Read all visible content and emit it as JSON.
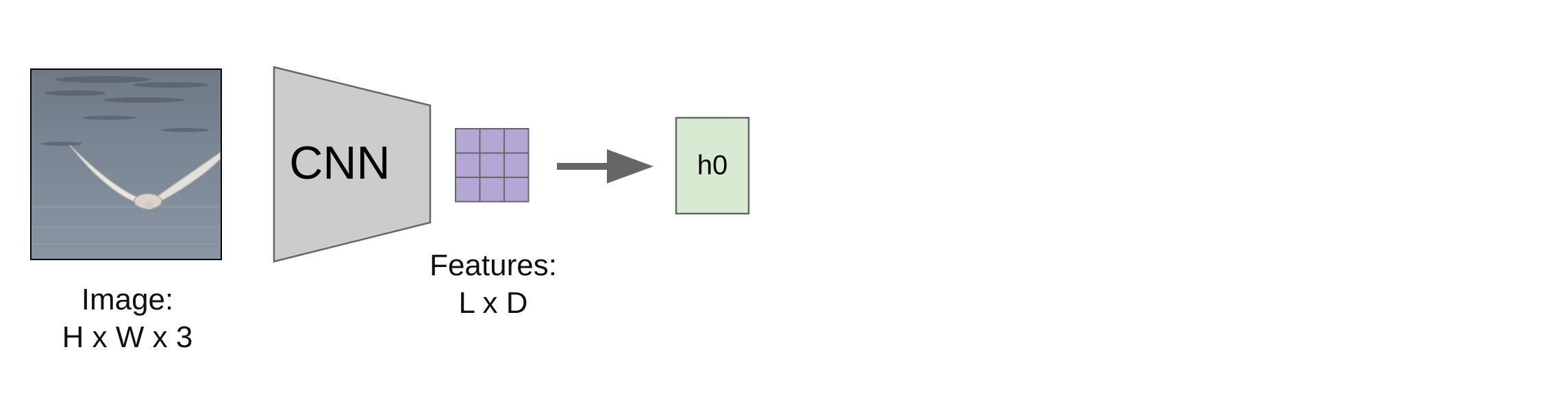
{
  "colors": {
    "background": "#ffffff",
    "cnn_fill": "#cccccc",
    "cnn_stroke": "#666666",
    "features_fill": "#b4a7d6",
    "features_stroke": "#666666",
    "arrow": "#666666",
    "h0_fill": "#d9ead3",
    "h0_stroke": "#666666"
  },
  "image": {
    "label_line1": "Image:",
    "label_line2": "H x W x 3",
    "content": "photo-bird-over-water"
  },
  "cnn": {
    "label": "CNN"
  },
  "features": {
    "label_line1": "Features:",
    "label_line2": "L x D",
    "grid_rows": 3,
    "grid_cols": 3
  },
  "arrow": {
    "icon": "arrow-right-icon"
  },
  "h0": {
    "label": "h0"
  }
}
